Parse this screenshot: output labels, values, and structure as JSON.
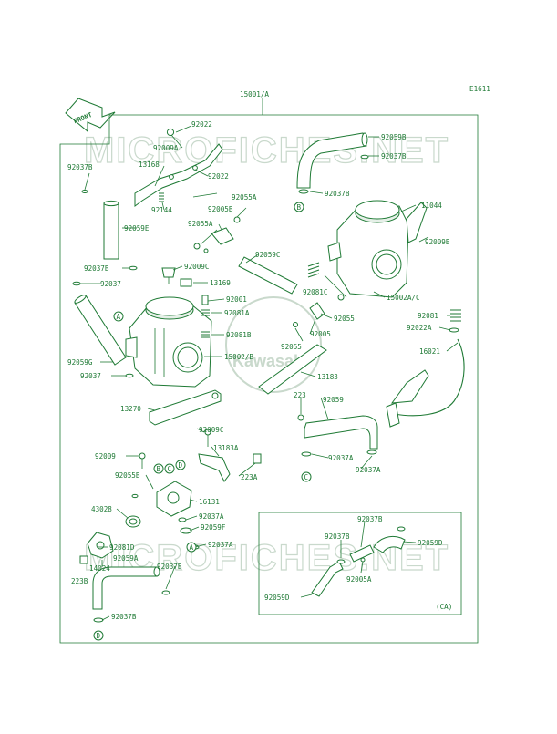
{
  "diagram": {
    "code": "E1611",
    "assembly": "15001/A",
    "front_label": "FRONT",
    "watermark": "MICROFICHES.NET",
    "brand_logo": "Kawasaki",
    "ca_label": "(CA)",
    "colors": {
      "line": "#1f7a35",
      "watermark": "#c9d9cc",
      "background": "#ffffff"
    },
    "labels": {
      "p92022_top": "92022",
      "p92009A": "92009A",
      "p92022_mid": "92022",
      "p13168": "13168",
      "p92037B_tl": "92037B",
      "p92144": "92144",
      "p92059E": "92059E",
      "p92037B_l": "92037B",
      "p92037_l": "92037",
      "p92059G": "92059G",
      "p92037_l2": "92037",
      "p13270": "13270",
      "p92009": "92009",
      "p92055B": "92055B",
      "p43028": "43028",
      "p92081D": "92081D",
      "p14024": "14024",
      "p223B": "223B",
      "p92059A": "92059A",
      "p92037B_bl": "92037B",
      "p92037B_bot": "92037B",
      "p92055A_a": "92055A",
      "p92005B": "92005B",
      "p92055A_b": "92055A",
      "p92059C": "92059C",
      "p92009C_a": "92009C",
      "p13169": "13169",
      "p92001": "92001",
      "p92081A": "92081A",
      "p92081B": "92081B",
      "p15002B": "15002/B",
      "p92059B": "92059B",
      "p92037B_tr": "92037B",
      "p92037B_mid": "92037B",
      "p11044": "11044",
      "p92009B": "92009B",
      "p92081C": "92081C",
      "p15002AC": "15002A/C",
      "p92055": "92055",
      "p92055_2": "92055",
      "p92005": "92005",
      "p92081": "92081",
      "p92022A": "92022A",
      "p16021": "16021",
      "p13183": "13183",
      "p223": "223",
      "p92059": "92059",
      "p92009C_b": "92009C",
      "p13183A": "13183A",
      "p223A": "223A",
      "p16131": "16131",
      "p92037A_a": "92037A",
      "p92059F": "92059F",
      "p92037A_b": "92037A",
      "p92037A_c": "92037A",
      "p92037A_d": "92037A",
      "ca_92037B_a": "92037B",
      "ca_92037B_b": "92037B",
      "ca_92059D_a": "92059D",
      "ca_92005A": "92005A",
      "ca_92059D_b": "92059D"
    },
    "callouts": {
      "A1": "A",
      "A2": "A",
      "B1": "B",
      "B2": "B",
      "C1": "C",
      "C2": "C",
      "D1": "D",
      "D2": "D"
    }
  }
}
